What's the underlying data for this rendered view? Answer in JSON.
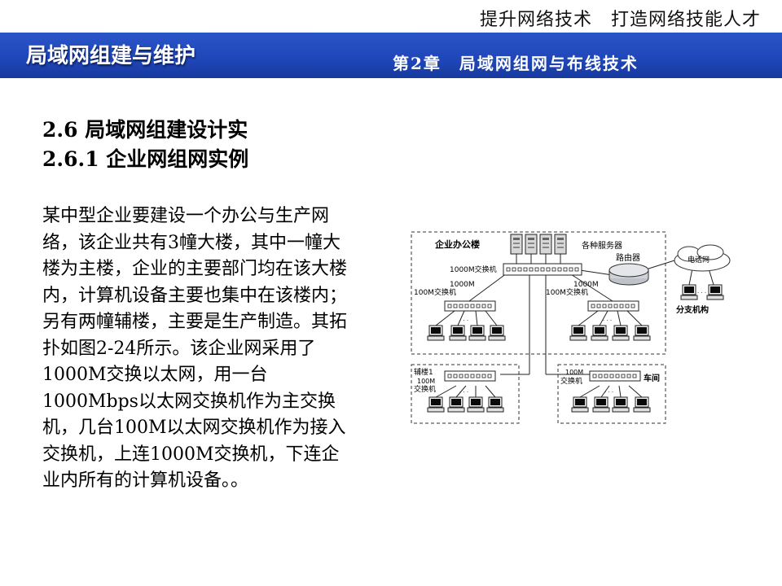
{
  "header": {
    "tagline": "提升网络技术　打造网络技能人才",
    "course_title": "局域网组建与维护",
    "chapter": "第2章　局域网组网与布线技术"
  },
  "section": {
    "heading1": "2.6 局域网组建设计实",
    "heading2": "2.6.1 企业网组网实例"
  },
  "body": {
    "paragraph": "某中型企业要建设一个办公与生产网络，该企业共有3幢大楼，其中一幢大楼为主楼，企业的主要部门均在该大楼内，计算机设备主要也集中在该楼内；另有两幢辅楼，主要是生产制造。其拓扑如图2-24所示。该企业网采用了1000M交换以太网，用一台1000Mbps以太网交换机作为主交换机，几台100M以太网交换机作为接入交换机，上连1000M交换机，下连企业内所有的计算机设备。。"
  },
  "diagram": {
    "main_building": "企业办公楼",
    "servers": "各种服务器",
    "main_switch": "1000M交换机",
    "router": "路由器",
    "phone_network": "电话网",
    "branch": "分支机构",
    "link_1000m": "1000M",
    "switch_100m_left": "100M交换机",
    "switch_100m_right": "100M交换机",
    "aux_building_line1": "辅楼1",
    "aux_building_line2": "100M",
    "aux_building_line3": "交换机",
    "workshop_switch_line1": "100M",
    "workshop_switch_line2": "交换机",
    "workshop": "车间",
    "ellipsis": "· · ·"
  }
}
